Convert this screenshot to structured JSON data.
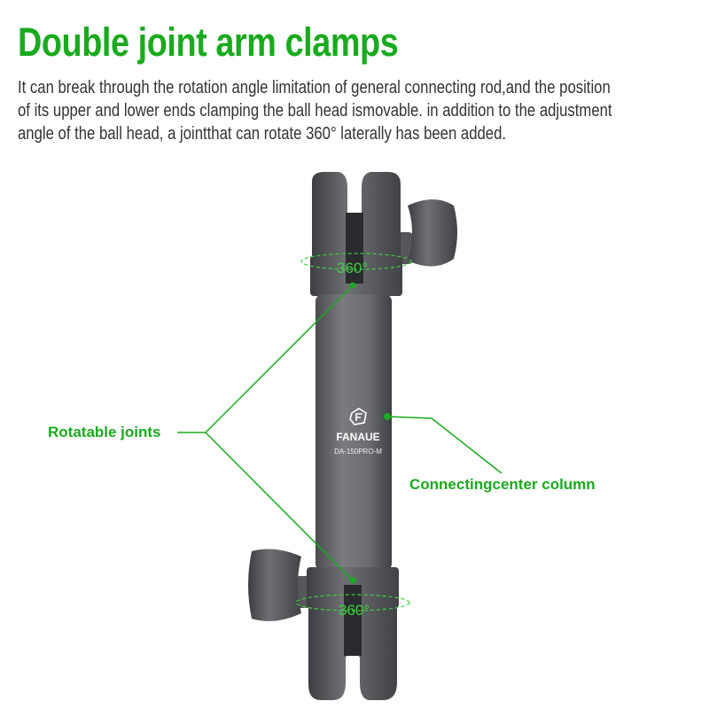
{
  "header": {
    "title": "Double joint arm clamps",
    "description": [
      "It can break through the rotation angle limitation of general connecting rod,and the position",
      "of its upper and lower ends clamping the ball head ismovable. in addition to the adjustment",
      "angle of the ball head, a jointthat can rotate 360° laterally has been added."
    ]
  },
  "product": {
    "brand": "FANAUE",
    "model": "DA-150PRO-M",
    "top_rotation_label": "360°",
    "bottom_rotation_label": "360°"
  },
  "callouts": {
    "joints": "Rotatable joints",
    "column": "Connectingcenter column"
  },
  "colors": {
    "accent": "#1aaa1e",
    "body_text": "#333333",
    "metal": "#6b6d70"
  }
}
